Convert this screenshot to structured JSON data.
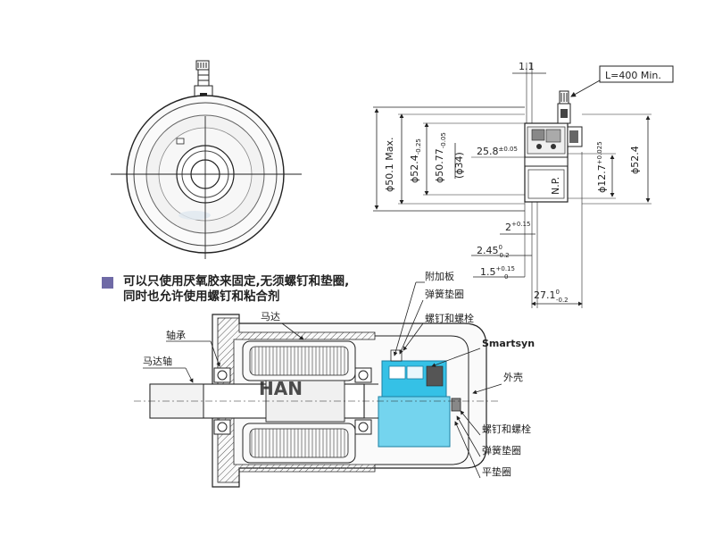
{
  "front_view": {},
  "side_view": {
    "cable_label": "L=400 Min.",
    "dims": {
      "top_gap": "1.1",
      "d50_1": "ϕ50.1 Max.",
      "d52_4_tol": "ϕ52.4",
      "d52_4_tol_sup": "-0.25",
      "d50_77": "ϕ50.77",
      "d50_77_sup": "-0.05",
      "d34": "(ϕ34)",
      "len_25_8": "25.8",
      "len_25_8_sup": "±0.05",
      "d12_7": "ϕ12.7",
      "d12_7_sup": "+0.025",
      "d52_4_right": "ϕ52.4",
      "np": "N.P.",
      "d2": "2",
      "d2_sup": "+0.15",
      "d2_45": "2.45",
      "d2_45_sup": "0",
      "d2_45_sub": "-0.2",
      "d1_5": "1.5",
      "d1_5_sup": "+0.15",
      "d1_5_sub": "0",
      "d27_1": "27.1",
      "d27_1_sup": "0",
      "d27_1_sub": "-0.2"
    }
  },
  "note": {
    "line1": "可以只使用厌氧胶来固定,无须螺钉和垫圈,",
    "line2": "同时也允许使用螺钉和粘合剂"
  },
  "section_view": {
    "labels": {
      "attach_plate": "附加板",
      "spring_washer_top": "弹簧垫圈",
      "screw_bolt_top": "螺钉和螺栓",
      "smartsyn": "Smartsyn",
      "motor": "马达",
      "bearing": "轴承",
      "motor_shaft": "马达轴",
      "housing": "外壳",
      "screw_bolt_bottom": "螺钉和螺栓",
      "spring_washer_bottom": "弹簧垫圈",
      "flat_washer": "平垫圈"
    }
  },
  "colors": {
    "line": "#222222",
    "hatch": "#444444",
    "resolver_body": "#74d4ee",
    "resolver_rotor": "#35c1e6",
    "note_bullet": "#6f6aa6"
  }
}
